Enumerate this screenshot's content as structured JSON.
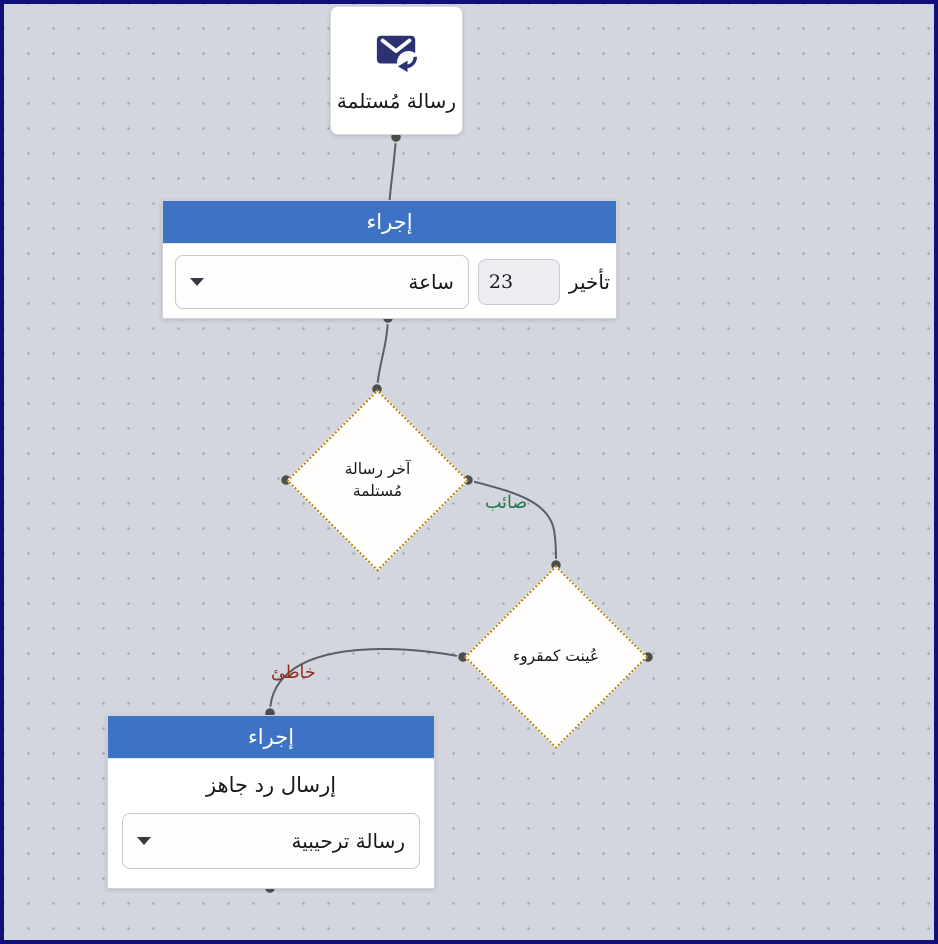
{
  "canvas": {
    "background": "#d3d6de",
    "frame_border": "#10107a",
    "grid_dot_color": "#a2a6b2"
  },
  "colors": {
    "action_header_blue": "#3d72c4",
    "diamond_border_gold": "#b8860b",
    "connector_gray": "#5a5f66",
    "true_label_green": "#1d7a4a",
    "false_label_red": "#8f2d1f",
    "icon_navy": "#2c3272"
  },
  "trigger": {
    "icon": "mail-received-icon",
    "label": "رسالة مُستلمة"
  },
  "action_delay": {
    "header": "إجراء",
    "field_label": "تأخير",
    "value": "23",
    "unit_selected": "ساعة"
  },
  "decision_last_message": {
    "line1": "آخر رسالة",
    "line2": "مُستلمة"
  },
  "decision_marked_read": {
    "label": "عُينت كمقروء"
  },
  "edges": {
    "true_label": "صائب",
    "false_label": "خاطئ"
  },
  "action_reply": {
    "header": "إجراء",
    "body_text": "إرسال رد جاهز",
    "template_selected": "رسالة ترحيبية"
  }
}
